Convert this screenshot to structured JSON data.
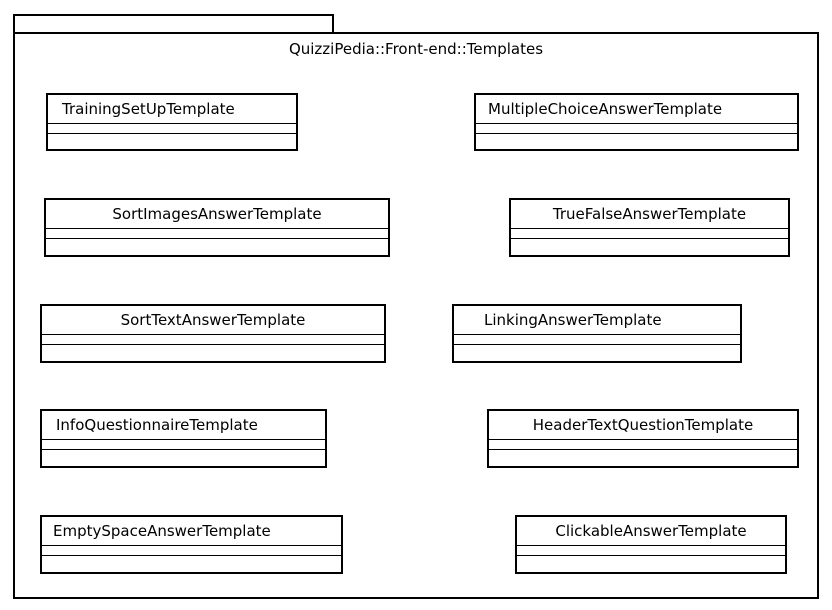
{
  "package": {
    "title": "QuizziPedia::Front-end::Templates"
  },
  "classes": [
    {
      "name": "TrainingSetUpTemplate"
    },
    {
      "name": "MultipleChoiceAnswerTemplate"
    },
    {
      "name": "SortImagesAnswerTemplate"
    },
    {
      "name": "TrueFalseAnswerTemplate"
    },
    {
      "name": "SortTextAnswerTemplate"
    },
    {
      "name": "LinkingAnswerTemplate"
    },
    {
      "name": "InfoQuestionnaireTemplate"
    },
    {
      "name": "HeaderTextQuestionTemplate"
    },
    {
      "name": "EmptySpaceAnswerTemplate"
    },
    {
      "name": "ClickableAnswerTemplate"
    }
  ]
}
